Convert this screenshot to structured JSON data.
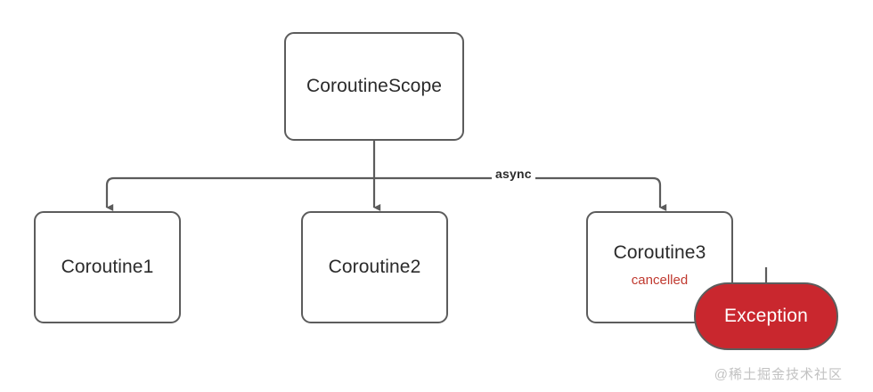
{
  "diagram": {
    "title": "CoroutineScope async exception propagation",
    "background": "#ffffff",
    "stroke_color": "#5c5c5c",
    "text_color": "#2b2b2b",
    "accent_red": "#c9272e",
    "cancelled_color": "#c0392f"
  },
  "nodes": {
    "scope": {
      "label": "CoroutineScope"
    },
    "coroutine1": {
      "label": "Coroutine1"
    },
    "coroutine2": {
      "label": "Coroutine2"
    },
    "coroutine3": {
      "label": "Coroutine3",
      "status": "cancelled"
    },
    "exception": {
      "label": "Exception"
    }
  },
  "edges": {
    "async_label": "async"
  },
  "watermark": {
    "text": "@稀土掘金技术社区"
  }
}
